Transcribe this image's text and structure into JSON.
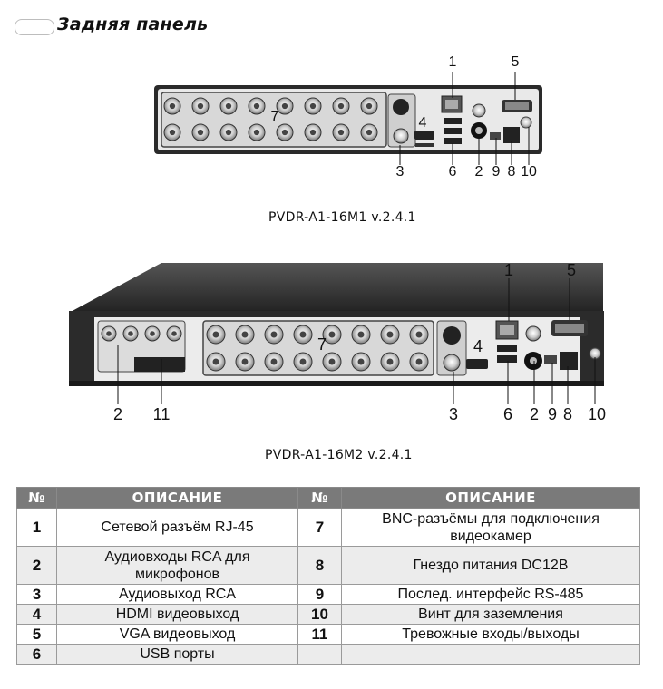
{
  "header": {
    "title": "Задняя панель"
  },
  "devices": [
    {
      "model": "PVDR-A1-16M1 v.2.4.1",
      "callouts": [
        {
          "text": "1"
        },
        {
          "text": "5"
        },
        {
          "text": "7"
        },
        {
          "text": "4"
        },
        {
          "text": "3"
        },
        {
          "text": "6"
        },
        {
          "text": "2"
        },
        {
          "text": "9"
        },
        {
          "text": "8"
        },
        {
          "text": "10"
        }
      ]
    },
    {
      "model": "PVDR-A1-16M2 v.2.4.1",
      "callouts": [
        {
          "text": "1"
        },
        {
          "text": "5"
        },
        {
          "text": "7"
        },
        {
          "text": "4"
        },
        {
          "text": "2"
        },
        {
          "text": "11"
        },
        {
          "text": "3"
        },
        {
          "text": "6"
        },
        {
          "text": "2"
        },
        {
          "text": "9"
        },
        {
          "text": "8"
        },
        {
          "text": "10"
        }
      ]
    }
  ],
  "table": {
    "headers": [
      "№",
      "ОПИСАНИЕ",
      "№",
      "ОПИСАНИЕ"
    ],
    "rows": [
      {
        "n1": "1",
        "d1": "Сетевой разъём RJ-45",
        "n2": "7",
        "d2": "BNC-разъёмы для подключения видеокамер"
      },
      {
        "n1": "2",
        "d1": "Аудиовходы RCA для микрофонов",
        "n2": "8",
        "d2": "Гнездо питания DC12В"
      },
      {
        "n1": "3",
        "d1": "Аудиовыход RCA",
        "n2": "9",
        "d2": "Послед. интерфейс RS-485"
      },
      {
        "n1": "4",
        "d1": "HDMI видеовыход",
        "n2": "10",
        "d2": "Винт для заземления"
      },
      {
        "n1": "5",
        "d1": "VGA видеовыход",
        "n2": "11",
        "d2": "Тревожные входы/выходы"
      },
      {
        "n1": "6",
        "d1": "USB порты",
        "n2": "",
        "d2": ""
      }
    ]
  }
}
